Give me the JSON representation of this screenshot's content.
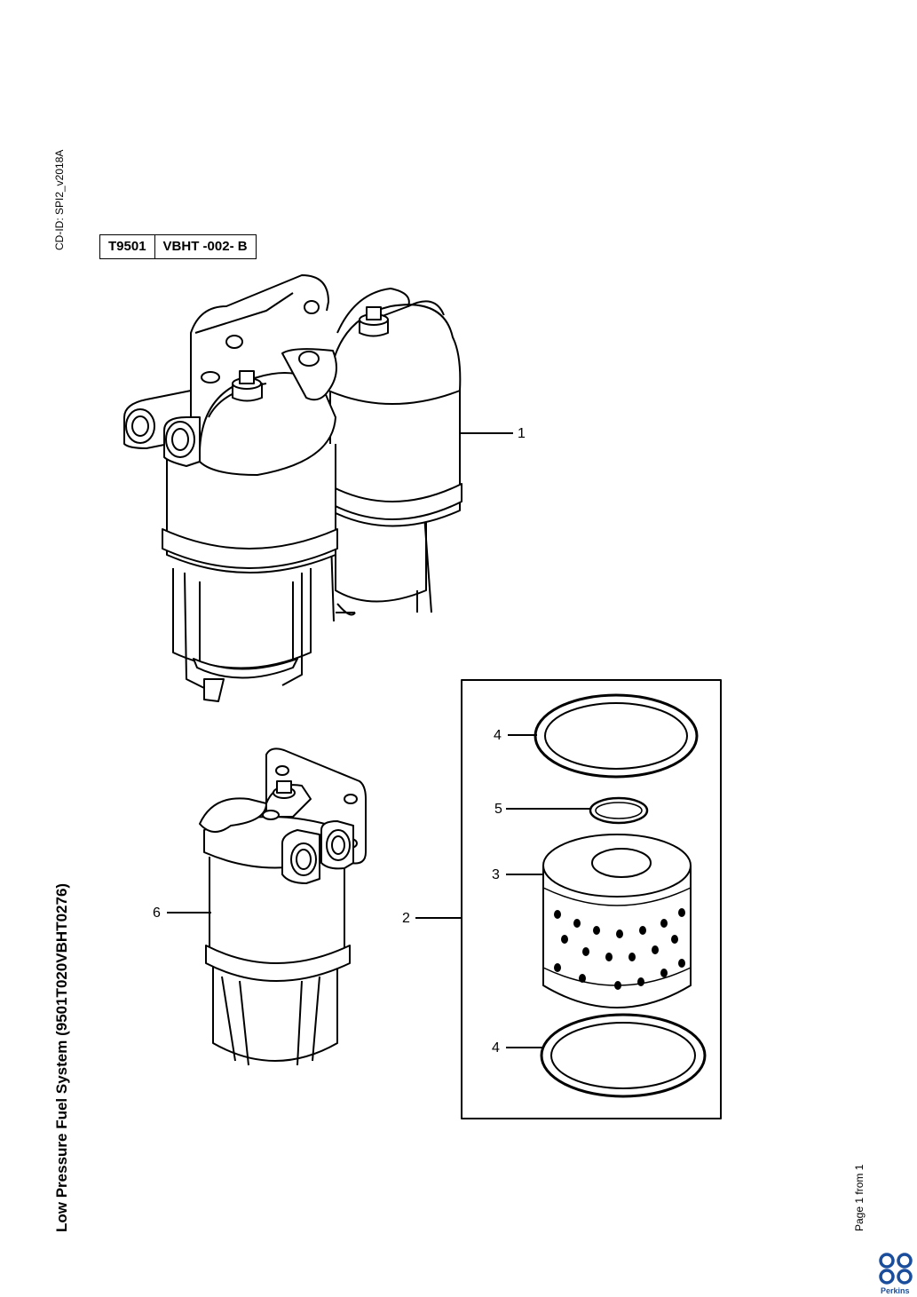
{
  "document": {
    "cd_id": "CD-ID: SPI2_v2018A",
    "title": "Low Pressure Fuel System (9501T020VBHT0276)",
    "page": "Page 1 from 1",
    "reference": {
      "code": "T9501",
      "drawing": "VBHT -002- B"
    }
  },
  "callouts": [
    {
      "id": "1",
      "label": "1"
    },
    {
      "id": "2",
      "label": "2"
    },
    {
      "id": "3",
      "label": "3"
    },
    {
      "id": "4a",
      "label": "4"
    },
    {
      "id": "4b",
      "label": "4"
    },
    {
      "id": "5",
      "label": "5"
    },
    {
      "id": "6",
      "label": "6"
    }
  ],
  "brand": {
    "name": "Perkins",
    "color": "#1a4e9c"
  }
}
